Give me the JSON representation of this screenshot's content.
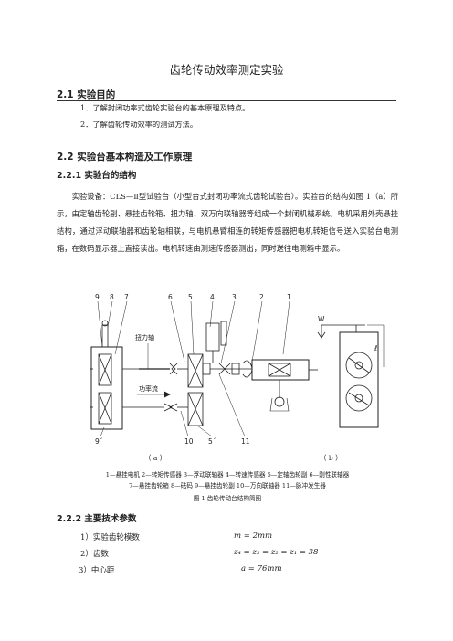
{
  "title": "齿轮传动效率测定实验",
  "section_1": {
    "heading": "2.1  实验目的",
    "items": [
      "1．了解封闭功率式齿轮实验台的基本原理及特点。",
      "2．了解齿轮传动效率的测试方法。"
    ]
  },
  "section_2": {
    "heading": "2.2  实验台基本构造及工作原理",
    "sub_1": {
      "heading": "2.2.1 实验台的结构",
      "paragraph": "实验设备：CLS—Ⅱ型试验台（小型台式封闭功率流式齿轮试验台）。实验台的结构如图 1（a）所示，由定轴齿轮副、悬挂齿轮箱、扭力轴、双万向联轴器等组成一个封闭机械系统。电机采用外壳悬挂结构，通过浮动联轴器和齿轮轴相联，与电机悬臂相连的转矩传感器把电机转矩信号送入实验台电测箱，在数码显示器上直接读出。电机转速由测速传感器测出，同时送往电测箱中显示。"
    },
    "figure": {
      "top_numbers": [
        "9",
        "8",
        "7",
        "6",
        "5",
        "4",
        "3",
        "2",
        "1"
      ],
      "bottom_numbers": [
        "9´",
        "10",
        "5´",
        "11"
      ],
      "label_torsion_shaft": "扭力轴",
      "label_power_flow": "功率流",
      "label_w": "W",
      "label_l": "ℓ",
      "sub_a": "（ a ）",
      "sub_b": "（ b ）",
      "legend_line1": "1—悬挂电机  2—转矩传感器  3—浮动联轴器  4—转速传感器  5—定轴齿轮副  6—刚性联轴器",
      "legend_line2": "7—悬挂齿轮箱  8—砝码  9—悬挂齿轮副  10—万向联轴器  11—脉冲发生器",
      "caption": "图 1   齿轮传动台结构简图"
    },
    "sub_2": {
      "heading": "2.2.2 主要技术参数",
      "specs": [
        {
          "label": "1）实验齿轮模数",
          "value": "m = 2mm"
        },
        {
          "label": "2）齿数",
          "value": "z₄ = z₃ = z₂ = z₁ = 38"
        },
        {
          "label": "3）中心距",
          "value": "a = 76mm"
        }
      ]
    }
  }
}
